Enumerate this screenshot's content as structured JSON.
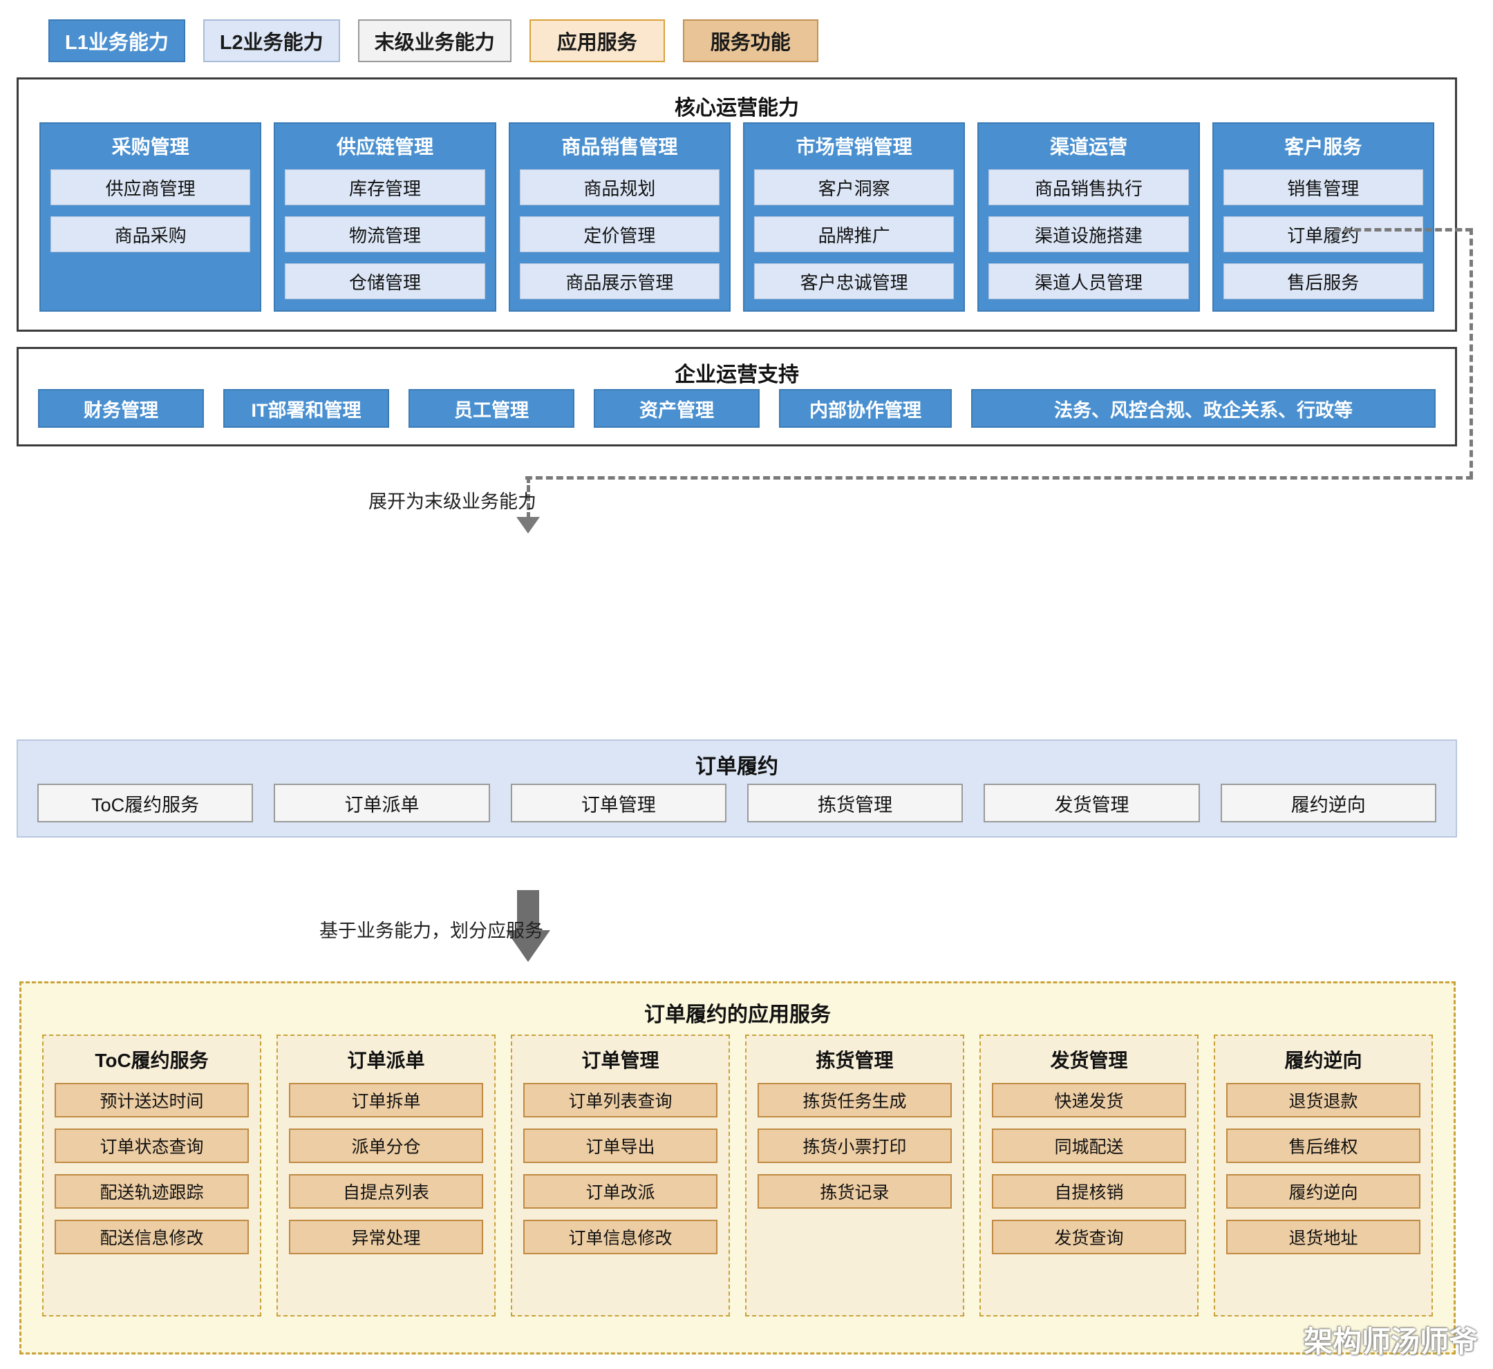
{
  "legend": {
    "items": [
      {
        "label": "L1业务能力",
        "style": "l1",
        "color": "#4a90d0"
      },
      {
        "label": "L2业务能力",
        "style": "l2",
        "color": "#dce6f6"
      },
      {
        "label": "末级业务能力",
        "style": "leaf",
        "color": "#f2f2f2"
      },
      {
        "label": "应用服务",
        "style": "appsvc",
        "color": "#fbe7cd"
      },
      {
        "label": "服务功能",
        "style": "func",
        "color": "#e8c496"
      }
    ]
  },
  "core": {
    "title": "核心运营能力",
    "columns": [
      {
        "title": "采购管理",
        "items": [
          "供应商管理",
          "商品采购"
        ]
      },
      {
        "title": "供应链管理",
        "items": [
          "库存管理",
          "物流管理",
          "仓储管理"
        ]
      },
      {
        "title": "商品销售管理",
        "items": [
          "商品规划",
          "定价管理",
          "商品展示管理"
        ]
      },
      {
        "title": "市场营销管理",
        "items": [
          "客户洞察",
          "品牌推广",
          "客户忠诚管理"
        ]
      },
      {
        "title": "渠道运营",
        "items": [
          "商品销售执行",
          "渠道设施搭建",
          "渠道人员管理"
        ]
      },
      {
        "title": "客户服务",
        "items": [
          "销售管理",
          "订单履约",
          "售后服务"
        ]
      }
    ]
  },
  "support": {
    "title": "企业运营支持",
    "items": [
      "财务管理",
      "IT部署和管理",
      "员工管理",
      "资产管理",
      "内部协作管理",
      "法务、风控合规、政企关系、行政等"
    ]
  },
  "connector_expand": {
    "label": "展开为末级业务能力"
  },
  "leaf": {
    "title": "订单履约",
    "items": [
      "ToC履约服务",
      "订单派单",
      "订单管理",
      "拣货管理",
      "发货管理",
      "履约逆向"
    ]
  },
  "connector_divide": {
    "label": "基于业务能力，划分应服务"
  },
  "app": {
    "title": "订单履约的应用服务",
    "columns": [
      {
        "title": "ToC履约服务",
        "items": [
          "预计送达时间",
          "订单状态查询",
          "配送轨迹跟踪",
          "配送信息修改"
        ]
      },
      {
        "title": "订单派单",
        "items": [
          "订单拆单",
          "派单分仓",
          "自提点列表",
          "异常处理"
        ]
      },
      {
        "title": "订单管理",
        "items": [
          "订单列表查询",
          "订单导出",
          "订单改派",
          "订单信息修改"
        ]
      },
      {
        "title": "拣货管理",
        "items": [
          "拣货任务生成",
          "拣货小票打印",
          "拣货记录"
        ]
      },
      {
        "title": "发货管理",
        "items": [
          "快递发货",
          "同城配送",
          "自提核销",
          "发货查询"
        ]
      },
      {
        "title": "履约逆向",
        "items": [
          "退货退款",
          "售后维权",
          "履约逆向",
          "退货地址"
        ]
      }
    ]
  },
  "watermark": {
    "text": "架构师汤师爷"
  }
}
